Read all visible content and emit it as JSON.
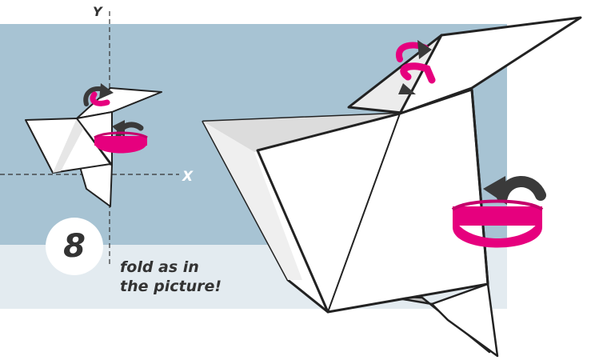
{
  "axes": {
    "y_label": "Y",
    "x_label": "X"
  },
  "step": {
    "number": "8",
    "instruction_line1": "fold as in",
    "instruction_line2": "the picture!"
  },
  "colors": {
    "background_top": "#a7c3d3",
    "background_bottom": "#e3ebf0",
    "paper": "#ffffff",
    "paper_shadow": "#d8d8d8",
    "outline": "#222222",
    "arrow_dark": "#3a3a3a",
    "arrow_pink": "#e6007e",
    "text": "#333333"
  },
  "icons": {
    "small_top_arrow": "rotate-arrow-icon",
    "small_side_arrow": "rotate-arrow-icon",
    "large_top_arrow": "rotate-arrow-icon",
    "large_side_arrow": "rotate-arrow-icon"
  }
}
